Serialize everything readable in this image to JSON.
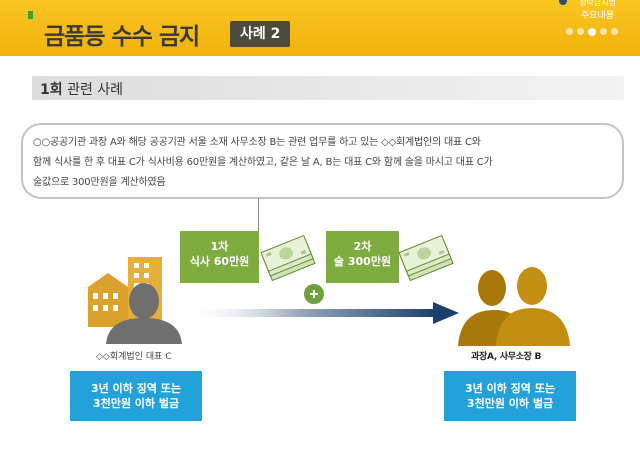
{
  "header": {
    "title": "금품등 수수 금지",
    "case_badge": "사례 2",
    "nav": {
      "line1": "청탁금지법",
      "line2": "주요내용"
    }
  },
  "section": {
    "number": "1회",
    "title": "관련 사례"
  },
  "description": {
    "line1": "○○공공기관 과장 A와 해당 공공기관 서울 소재 사무소장 B는 관련 업무를 하고 있는 ◇◇회계법인의  대표 C와",
    "line2": "함께 식사를 한 후 대표 C가 식사비용 60만원을 계산하였고, 같은 날 A, B는 대표 C와 함께 술을 마시고 대표 C가",
    "line3": "술값으로 300만원을 계산하였음"
  },
  "steps": [
    {
      "order": "1차",
      "detail": "식사  60만원"
    },
    {
      "order": "2차",
      "detail": "술 300만원"
    }
  ],
  "parties": {
    "giver": "◇◇회계법인 대표 C",
    "receiver": "과장A, 사무소장 B"
  },
  "penalties": {
    "left": {
      "line1": "3년 이하 징역  또는",
      "line2": "3천만원 이하 벌금"
    },
    "right": {
      "line1": "3년 이하 징역  또는",
      "line2": "3천만원 이하 벌금"
    }
  },
  "colors": {
    "header_yellow": "#f2b10d",
    "step_green": "#7fac3f",
    "penalty_blue": "#22a2d9",
    "arrow_navy": "#1c3f6b",
    "person_gray": "#6f6f6f",
    "person_gold": "#b8860b"
  }
}
